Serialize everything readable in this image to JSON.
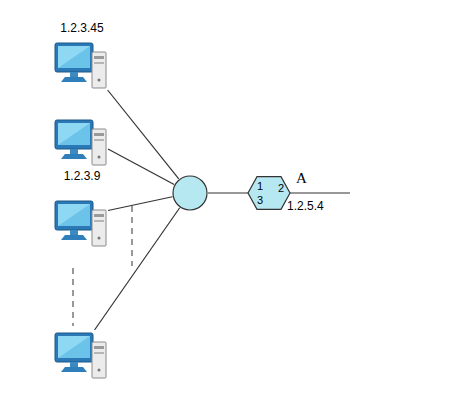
{
  "diagram": {
    "nodes": [
      {
        "text": [
          "1.2.3.45"
        ]
      },
      {
        "text": [
          "1.2.3.9"
        ]
      },
      {
        "text": []
      },
      {
        "text": []
      },
      {
        "text": []
      },
      {
        "text": [
          "1",
          "2",
          "3"
        ]
      }
    ],
    "edges": [
      {
        "from": 0,
        "to": 4,
        "arrow": "none"
      },
      {
        "from": 1,
        "to": 4,
        "arrow": "none"
      },
      {
        "from": 2,
        "to": 4,
        "arrow": "none"
      },
      {
        "from": 3,
        "to": 4,
        "arrow": "none"
      },
      {
        "from": 4,
        "to": 5,
        "arrow": "none"
      }
    ],
    "labels": [
      "A",
      "1.2.5.4"
    ]
  }
}
